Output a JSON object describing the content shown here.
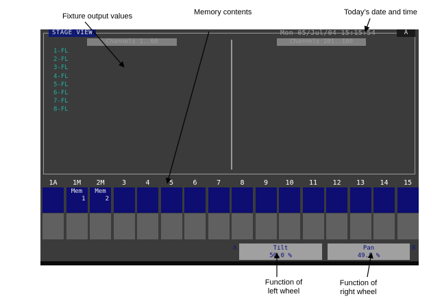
{
  "annotations": {
    "fixture_output": "Fixture output values",
    "memory_contents": "Memory contents",
    "date_time": "Today’s date and time",
    "left_wheel_line1": "Function of",
    "left_wheel_line2": "left wheel",
    "right_wheel_line1": "Function of",
    "right_wheel_line2": "right wheel"
  },
  "screen": {
    "title": "STAGE VIEW",
    "datetime": "Mon 05/Jul/04  15:15:54",
    "badge": "A",
    "channels_left": "Channels 1..60",
    "channels_right": "Channels 101..160",
    "fixtures": [
      "1-FL",
      "2-FL",
      "3-FL",
      "4-FL",
      "5-FL",
      "6-FL",
      "7-FL",
      "8-FL"
    ],
    "keys": [
      {
        "label": "1A",
        "mem1": "",
        "mem2": ""
      },
      {
        "label": "1M",
        "mem1": "Mem",
        "mem2": "1"
      },
      {
        "label": "2M",
        "mem1": "Mem",
        "mem2": "2"
      },
      {
        "label": "3",
        "mem1": "",
        "mem2": ""
      },
      {
        "label": "4",
        "mem1": "",
        "mem2": ""
      },
      {
        "label": "5",
        "mem1": "",
        "mem2": ""
      },
      {
        "label": "6",
        "mem1": "",
        "mem2": ""
      },
      {
        "label": "7",
        "mem1": "",
        "mem2": ""
      },
      {
        "label": "8",
        "mem1": "",
        "mem2": ""
      },
      {
        "label": "9",
        "mem1": "",
        "mem2": ""
      },
      {
        "label": "10",
        "mem1": "",
        "mem2": ""
      },
      {
        "label": "11",
        "mem1": "",
        "mem2": ""
      },
      {
        "label": "12",
        "mem1": "",
        "mem2": ""
      },
      {
        "label": "13",
        "mem1": "",
        "mem2": ""
      },
      {
        "label": "14",
        "mem1": "",
        "mem2": ""
      },
      {
        "label": "15",
        "mem1": "",
        "mem2": ""
      }
    ],
    "wheel_left": {
      "letter": "A",
      "function": "Tilt",
      "value": "50.0 %"
    },
    "wheel_right": {
      "letter": "B",
      "function": "Pan",
      "value": "49.8 %"
    }
  },
  "colors": {
    "screen_bg": "#3b3b3b",
    "title_bg": "#101a70",
    "fixture_text": "#22b0a5",
    "key_top": "#0d0d72",
    "key_bottom": "#606060",
    "wheel_bg": "#a0a0a0"
  }
}
